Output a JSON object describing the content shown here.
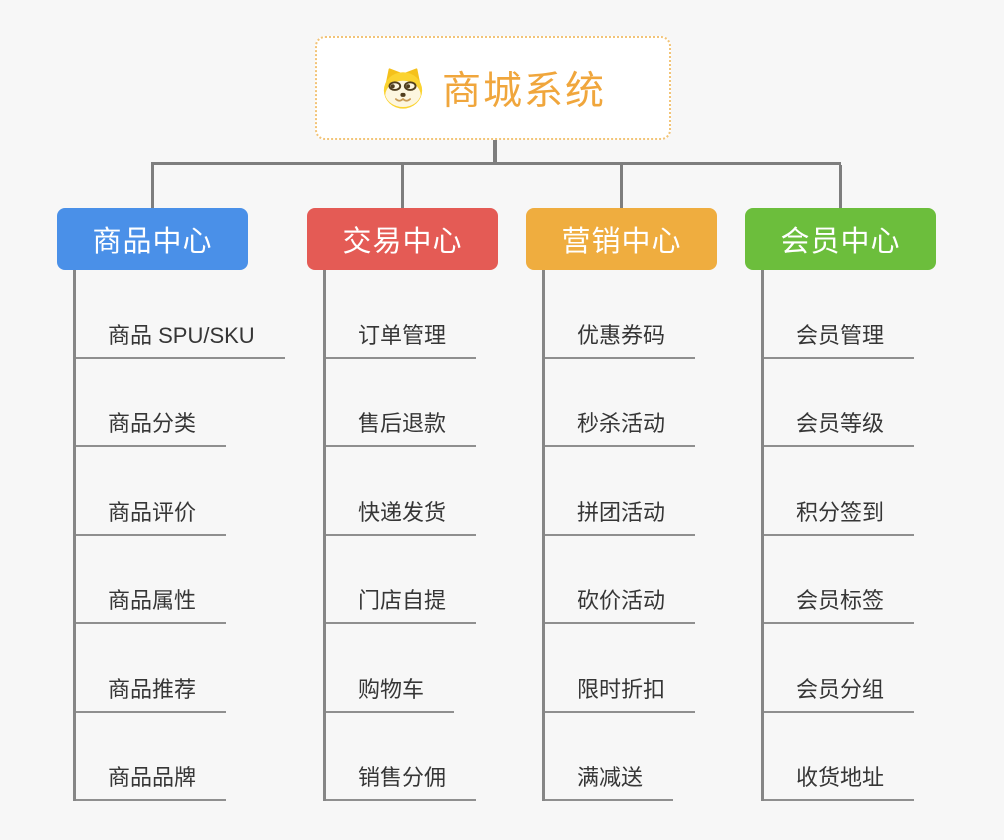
{
  "root": {
    "title": "商城系统",
    "icon": "doge-icon",
    "title_color": "#F0A63C",
    "border_color": "#F2C478",
    "background": "#FFFFFF"
  },
  "connector_color": "#7E7E7E",
  "branches": [
    {
      "label": "商品中心",
      "color": "#4A90E8",
      "children": [
        "商品 SPU/SKU",
        "商品分类",
        "商品评价",
        "商品属性",
        "商品推荐",
        "商品品牌"
      ]
    },
    {
      "label": "交易中心",
      "color": "#E45B55",
      "children": [
        "订单管理",
        "售后退款",
        "快递发货",
        "门店自提",
        "购物车",
        "销售分佣"
      ]
    },
    {
      "label": "营销中心",
      "color": "#EFAD3F",
      "children": [
        "优惠券码",
        "秒杀活动",
        "拼团活动",
        "砍价活动",
        "限时折扣",
        "满减送"
      ]
    },
    {
      "label": "会员中心",
      "color": "#6CBE3C",
      "children": [
        "会员管理",
        "会员等级",
        "积分签到",
        "会员标签",
        "会员分组",
        "收货地址"
      ]
    }
  ]
}
